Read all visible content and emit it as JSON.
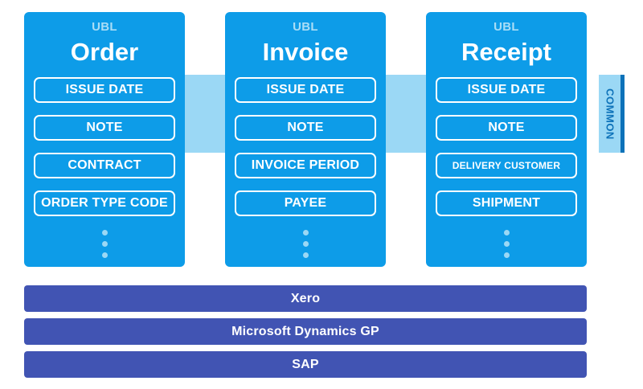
{
  "colors": {
    "card_blue": "#0d9ce8",
    "band_light_blue": "#9bd8f5",
    "badge_accent": "#0d72b9",
    "bar_purple": "#4154b3",
    "text_white": "#ffffff"
  },
  "common_band": {
    "badge_label": "COMMON"
  },
  "cards": [
    {
      "kind": "UBL",
      "title": "Order",
      "fields": [
        {
          "label": "ISSUE DATE",
          "size": "normal"
        },
        {
          "label": "NOTE",
          "size": "normal"
        },
        {
          "label": "CONTRACT",
          "size": "normal"
        },
        {
          "label": "ORDER TYPE CODE",
          "size": "normal"
        }
      ],
      "more_indicator": "vertical-ellipsis"
    },
    {
      "kind": "UBL",
      "title": "Invoice",
      "fields": [
        {
          "label": "ISSUE DATE",
          "size": "normal"
        },
        {
          "label": "NOTE",
          "size": "normal"
        },
        {
          "label": "INVOICE PERIOD",
          "size": "normal"
        },
        {
          "label": "PAYEE",
          "size": "normal"
        }
      ],
      "more_indicator": "vertical-ellipsis"
    },
    {
      "kind": "UBL",
      "title": "Receipt",
      "fields": [
        {
          "label": "ISSUE DATE",
          "size": "normal"
        },
        {
          "label": "NOTE",
          "size": "normal"
        },
        {
          "label": "DELIVERY CUSTOMER",
          "size": "small"
        },
        {
          "label": "SHIPMENT",
          "size": "normal"
        }
      ],
      "more_indicator": "vertical-ellipsis"
    }
  ],
  "platform_bars": [
    {
      "label": "Xero"
    },
    {
      "label": "Microsoft Dynamics GP"
    },
    {
      "label": "SAP"
    }
  ]
}
